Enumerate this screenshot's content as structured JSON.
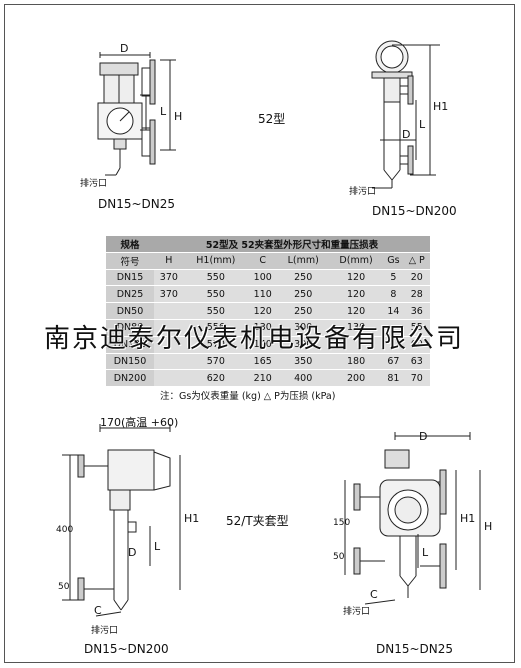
{
  "top_left": {
    "dim_D": "D",
    "dim_H": "H",
    "dim_L": "L",
    "drain_label": "排污口",
    "caption": "DN15~DN25"
  },
  "model_52": "52型",
  "top_right": {
    "dim_H1": "H1",
    "dim_D": "D",
    "dim_L": "L",
    "drain_label": "排污口",
    "caption": "DN15~DN200"
  },
  "table": {
    "title": "52型及 52夹套型外形尺寸和重量压损表",
    "spec_label": "规格",
    "headers": [
      "符号",
      "H",
      "H1(mm)",
      "C",
      "L(mm)",
      "D(mm)",
      "Gs",
      "△ P"
    ],
    "rows": [
      [
        "DN15",
        "370",
        "550",
        "100",
        "250",
        "120",
        "5",
        "20"
      ],
      [
        "DN25",
        "370",
        "550",
        "110",
        "250",
        "120",
        "8",
        "28"
      ],
      [
        "DN50",
        "",
        "550",
        "120",
        "250",
        "120",
        "14",
        "36"
      ],
      [
        "DN80",
        "",
        "556",
        "130",
        "300",
        "130",
        "",
        "55"
      ],
      [
        "DN100",
        "",
        "570",
        "140",
        "300",
        "",
        "",
        "60"
      ],
      [
        "DN150",
        "",
        "570",
        "165",
        "350",
        "180",
        "67",
        "63"
      ],
      [
        "DN200",
        "",
        "620",
        "210",
        "400",
        "200",
        "81",
        "70"
      ]
    ]
  },
  "watermark": "南京迪泰尔仪表机电设备有限公司",
  "note": "注：Gs为仪表重量 (kg)      △ P为压损 (kPa)",
  "bottom_left": {
    "dim_170": "170(高温 +60)",
    "dim_400": "400",
    "dim_50": "50",
    "dim_H1": "H1",
    "dim_D": "D",
    "dim_L": "L",
    "dim_C": "C",
    "drain_label": "排污口",
    "caption": "DN15~DN200"
  },
  "model_52t": "52/T夹套型",
  "bottom_right": {
    "dim_D": "D",
    "dim_150": "150",
    "dim_50": "50",
    "dim_H": "H",
    "dim_H1": "H1",
    "dim_L": "L",
    "dim_C": "C",
    "drain_label": "排污口",
    "caption": "DN15~DN25"
  },
  "colors": {
    "line": "#222222",
    "table_header": "#a9a9a9",
    "table_cell": "#dedede"
  }
}
